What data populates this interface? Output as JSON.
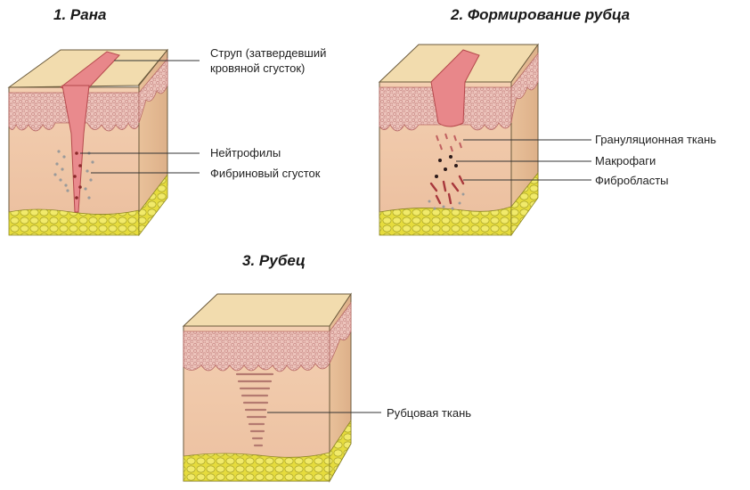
{
  "stages": [
    {
      "title": "1. Рана",
      "labels": [
        "Струп (затвердевший",
        "кровяной сгусток)",
        "Нейтрофилы",
        "Фибриновый сгусток"
      ]
    },
    {
      "title": "2. Формирование рубца",
      "labels": [
        "Грануляционная ткань",
        "Макрофаги",
        "Фибробласты"
      ]
    },
    {
      "title": "3. Рубец",
      "labels": [
        "Рубцовая ткань"
      ]
    }
  ],
  "colors": {
    "epidermis_top": "#f2dcae",
    "dermis": "#efc8a8",
    "papillary": "#e8b0aa",
    "fat": "#e8df4a",
    "scab": "#e78a8c",
    "scar": "#b7887a",
    "leader": "#333333"
  }
}
